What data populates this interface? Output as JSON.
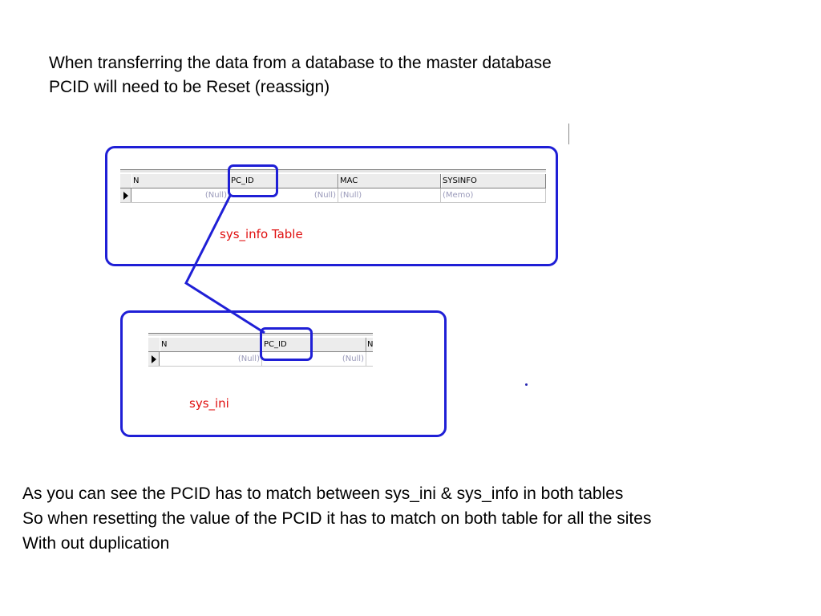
{
  "intro": {
    "line1": "When transferring the data from a database to the master database",
    "line2": "PCID will need to be Reset (reassign)"
  },
  "sys_info_grid": {
    "caption": "sys_info Table",
    "columns": [
      "N",
      "PC_ID",
      "MAC",
      "SYSINFO"
    ],
    "row": [
      "(Null)",
      "(Null)",
      "(Null)",
      "(Memo)"
    ]
  },
  "sys_ini_grid": {
    "caption": "sys_ini",
    "columns": [
      "N",
      "PC_ID",
      "N"
    ],
    "row": [
      "(Null)",
      "(Null)"
    ]
  },
  "summary": {
    "line1": "As you can see the PCID has to match between sys_ini & sys_info in both tables",
    "line2": "So when resetting the value of the PCID it has to match on both table for all the sites",
    "line3": "With out duplication"
  },
  "colors": {
    "annotation_blue": "#1f1fd6",
    "caption_red": "#e01010",
    "null_text": "#9a9aba"
  }
}
